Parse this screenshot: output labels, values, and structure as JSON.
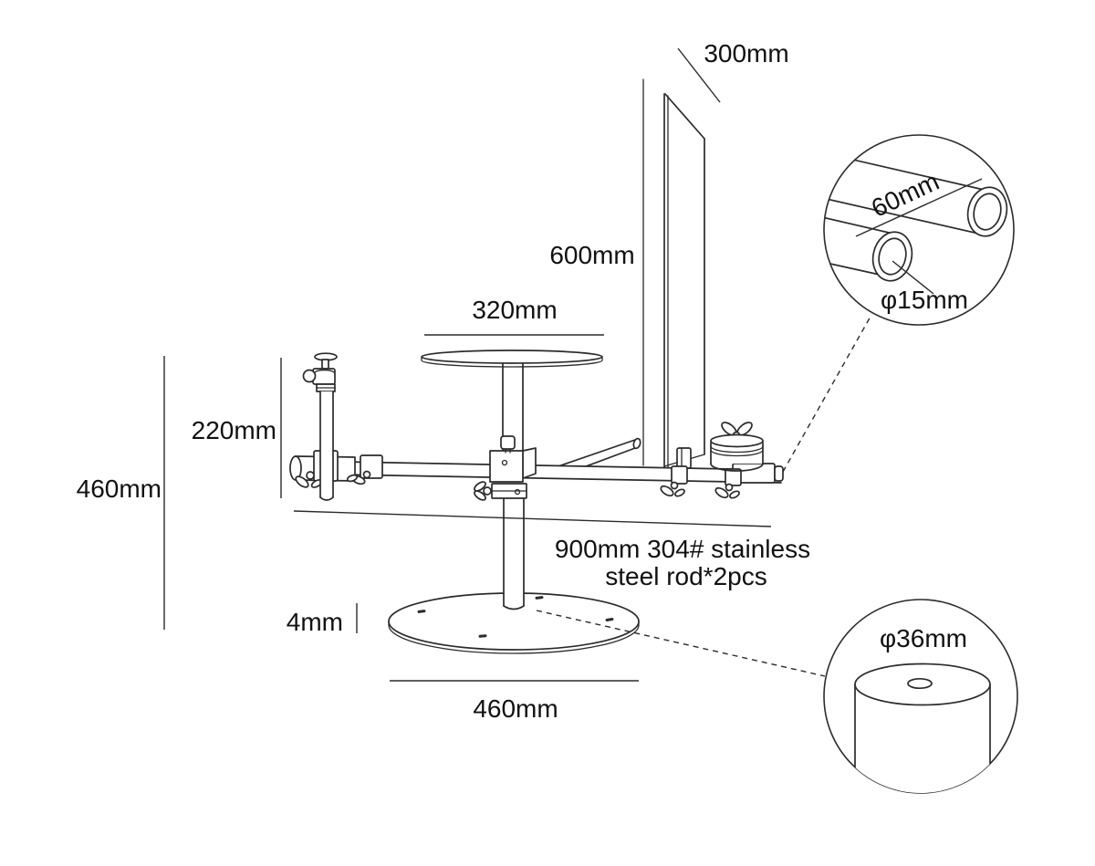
{
  "diagram": {
    "labels": {
      "panel_width": "300mm",
      "panel_height": "600mm",
      "platter_width": "320mm",
      "riser_length": "220mm",
      "stand_height": "460mm",
      "base_thickness": "4mm",
      "base_width": "460mm",
      "rod_note_line1": "900mm 304# stainless",
      "rod_note_line2": "steel rod*2pcs"
    },
    "details": {
      "top_circle": {
        "rod_spacing": "60mm",
        "rod_diameter": "φ15mm"
      },
      "bottom_circle": {
        "column_diameter": "φ36mm"
      }
    },
    "colors": {
      "line": "#2b2b2b",
      "text": "#111111",
      "background": "#ffffff"
    }
  }
}
